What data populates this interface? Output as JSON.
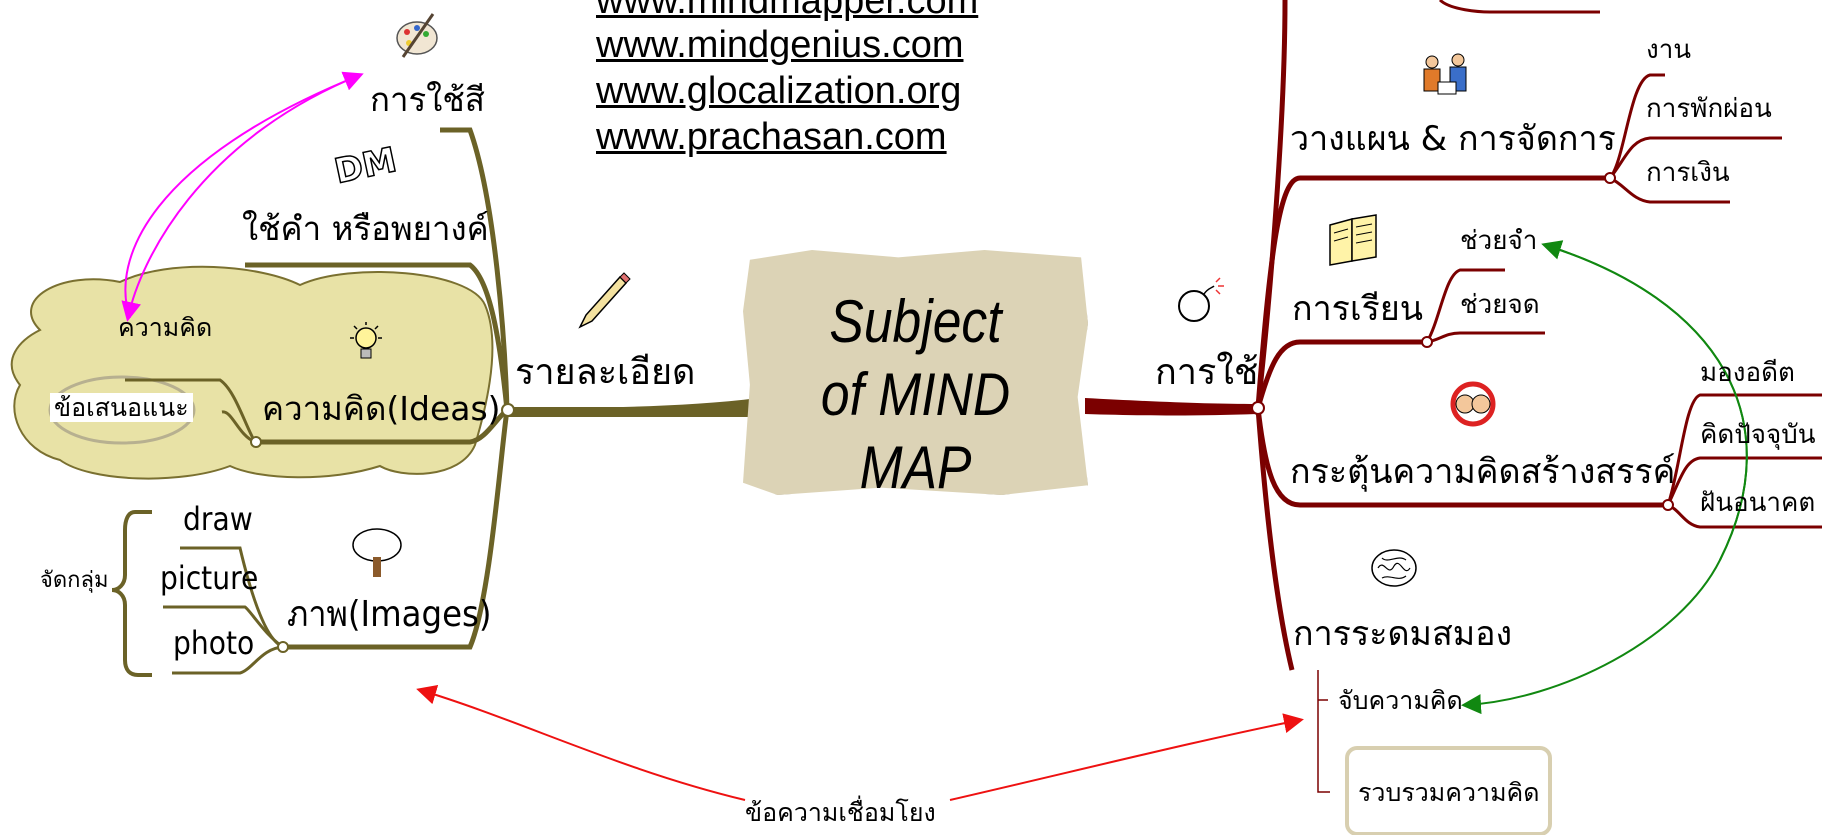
{
  "urls": [
    "www.mindmapper.com",
    "www.mindgenius.com",
    "www.glocalization.org",
    "www.prachasan.com"
  ],
  "center": {
    "line1": "Subject",
    "line2": "of MIND MAP"
  },
  "left": {
    "main": "รายละเอียด",
    "color_use": "การใช้สี",
    "words": "ใช้คำ หรือพยางค์",
    "ideas": "ความคิด(Ideas)",
    "idea": "ความคิด",
    "suggestion": "ข้อเสนอแนะ",
    "images": "ภาพ(Images)",
    "draw": "draw",
    "picture": "picture",
    "photo": "photo",
    "group": "จัดกลุ่ม"
  },
  "right": {
    "main": "การใช้",
    "plan": "วางแผน & การจัดการ",
    "work": "งาน",
    "rest": "การพักผ่อน",
    "money": "การเงิน",
    "learn": "การเรียน",
    "remember": "ช่วยจำ",
    "note": "ช่วยจด",
    "creative": "กระตุ้นความคิดสร้างสรรค์",
    "past": "มองอดีต",
    "present": "คิดปัจจุบัน",
    "future": "ฝันอนาคต",
    "brainstorm": "การระดมสมอง",
    "capture": "จับความคิด",
    "collect": "รวบรวมความคิด"
  },
  "link_label": "ข้อความเชื่อมโยง",
  "colors": {
    "left_branch": "#6b6227",
    "right_branch": "#7b0000",
    "cloud": "#e8e2a6",
    "arrow_pink": "#ff00ff",
    "arrow_green": "#118811",
    "arrow_red": "#ee1111"
  }
}
